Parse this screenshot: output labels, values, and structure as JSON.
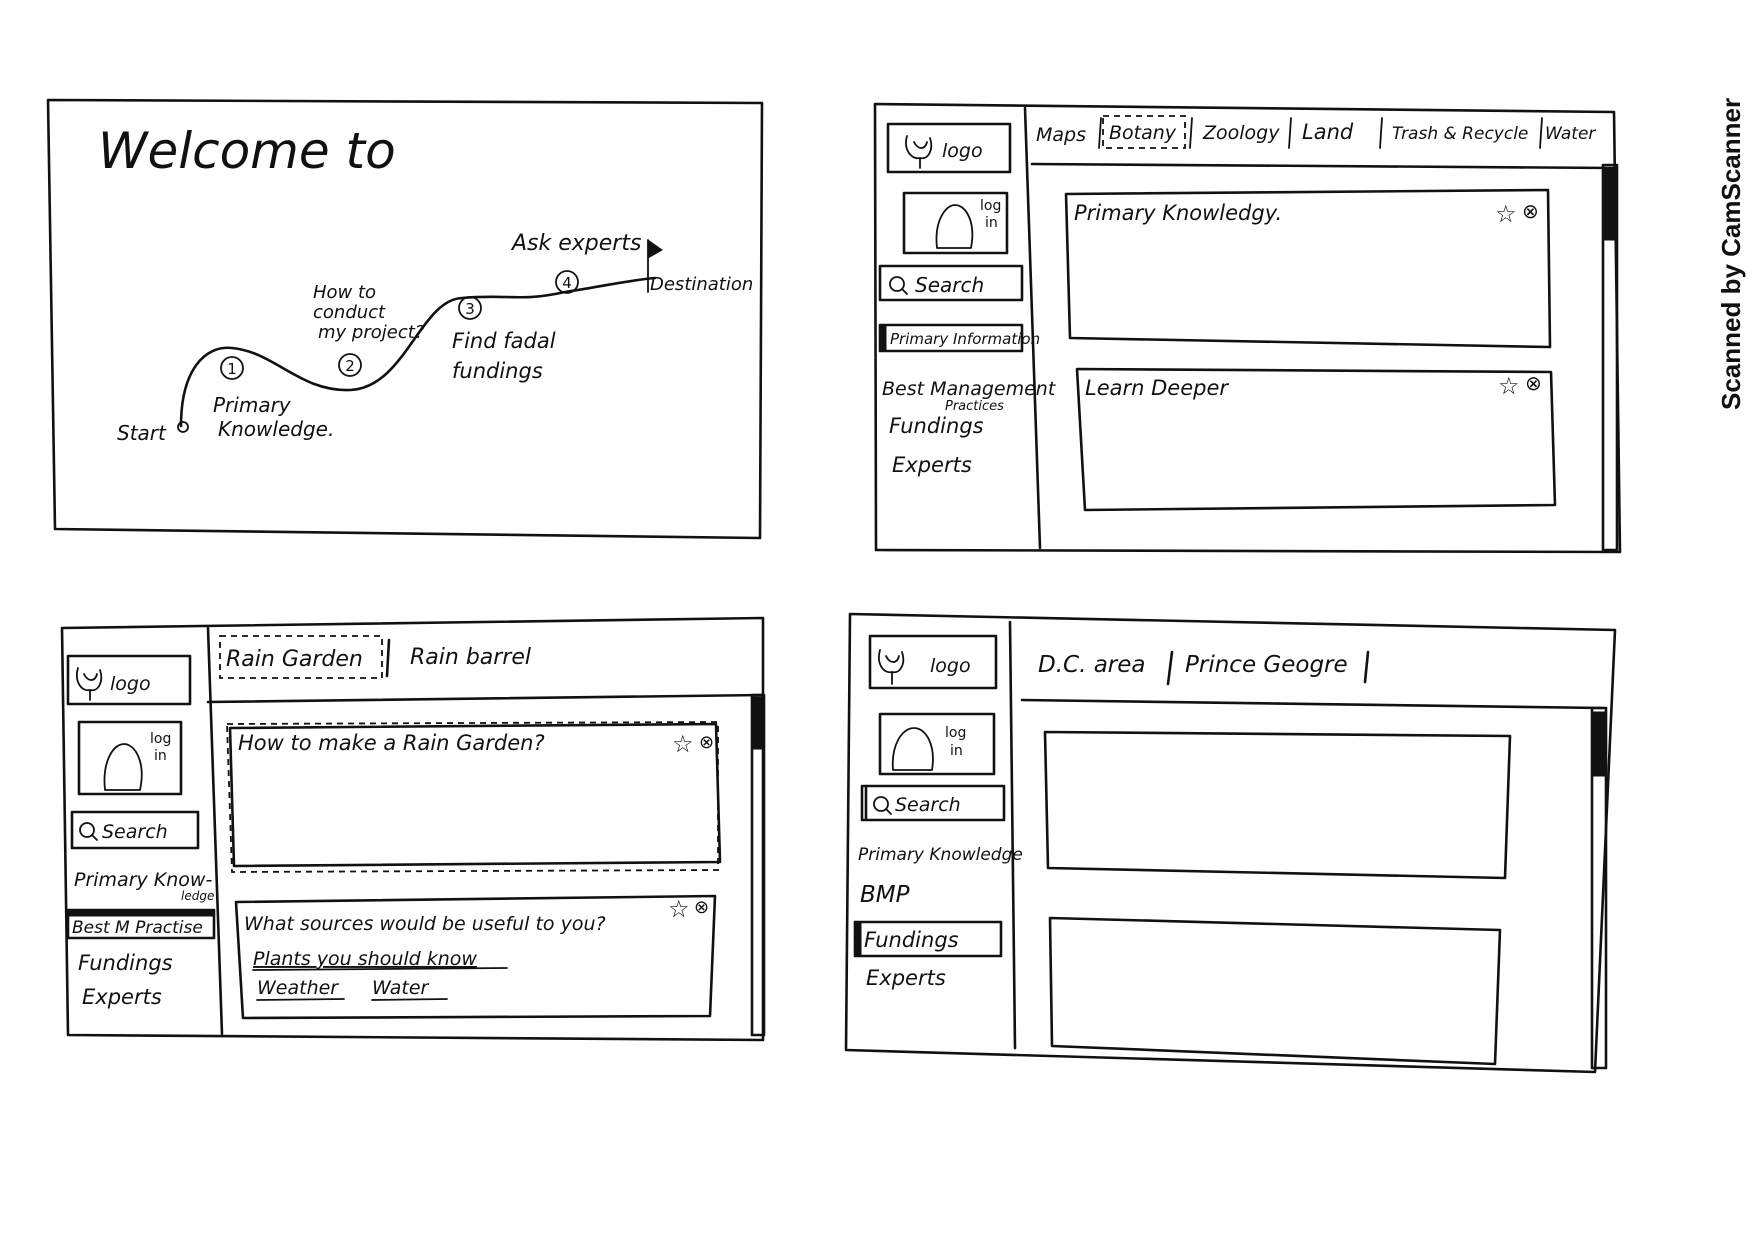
{
  "scanner_watermark": "Scanned by CamScanner",
  "colors": {
    "ink": "#111111",
    "paper": "#ffffff"
  },
  "panel1": {
    "title": "Welcome to",
    "start_label": "Start",
    "destination_label": "Destination",
    "steps": [
      {
        "number": "1",
        "label_lines": [
          "Primary",
          "Knowledge."
        ]
      },
      {
        "number": "2",
        "label_lines": [
          "How to",
          "conduct",
          "my project?"
        ]
      },
      {
        "number": "3",
        "label_lines": [
          "Find fadal",
          "fundings"
        ]
      },
      {
        "number": "4",
        "label_lines": [
          "Ask experts"
        ]
      }
    ]
  },
  "panel2": {
    "logo": "logo",
    "login_lines": [
      "log",
      "in"
    ],
    "search": "Search",
    "sidebar": [
      "Primary Information",
      "Best Management",
      "Practices",
      "Fundings",
      "Experts"
    ],
    "tabs": [
      "Maps",
      "Botany",
      "Zoology",
      "Land",
      "Trash & Recycle",
      "Water"
    ],
    "cards": [
      {
        "title": "Primary Knowledgy."
      },
      {
        "title": "Learn Deeper"
      }
    ]
  },
  "panel3": {
    "logo": "logo",
    "login_lines": [
      "log",
      "in"
    ],
    "search": "Search",
    "sidebar": [
      "Primary Know-",
      "ledge",
      "Best M Practise",
      "Fundings",
      "Experts"
    ],
    "tabs": [
      "Rain Garden",
      "Rain barrel"
    ],
    "cards": [
      {
        "title": "How to make a Rain Garden?"
      },
      {
        "title": "What sources would be useful to you?"
      }
    ],
    "links": [
      "Plants you should know",
      "Weather",
      "Water"
    ]
  },
  "panel4": {
    "logo": "logo",
    "login_lines": [
      "log",
      "in"
    ],
    "search": "Search",
    "sidebar": [
      "Primary Knowledge",
      "BMP",
      "Fundings",
      "Experts"
    ],
    "tabs": [
      "D.C. area",
      "Prince Geogre"
    ]
  }
}
